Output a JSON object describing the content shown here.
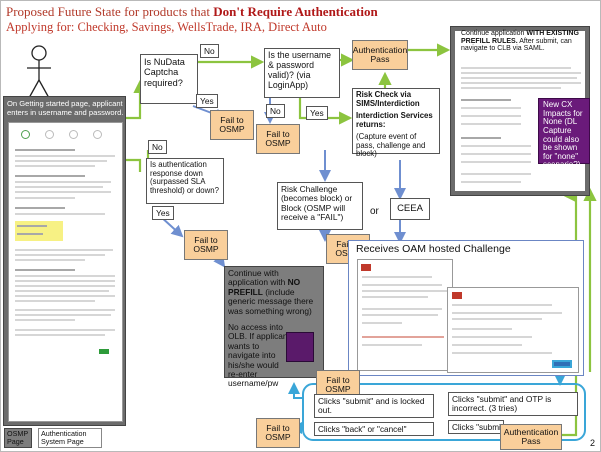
{
  "header": {
    "title_prefix": "Proposed Future State for products that ",
    "title_emph": "Don't Require Authentication",
    "subtitle": "Applying for: Checking, Savings, WellsTrade, IRA, Direct Auto"
  },
  "left": {
    "start_text": "On Getting started page, applicant enters in username and password."
  },
  "nodes": {
    "nudata": "Is NuData Captcha required?",
    "username_valid": "Is the username & password valid)? (via LoginApp)",
    "auth_pass_top": "Authentication Pass",
    "auth_response": "Is authentication response down (surpassed SLA threshold) or down?",
    "fail_osmp_1": "Fail to OSMP",
    "fail_osmp_2": "Fail to OSMP",
    "fail_osmp_3": "Fail to OSMP",
    "fail_osmp_4": "Fail to OSMP",
    "fail_osmp_5": "Fail to OSMP",
    "fail_osmp_6": "Fail to OSMP",
    "risk_title": "Risk Check via SIMS/Interdiction",
    "risk_sub": "Interdiction Services returns:",
    "risk_note": "(Capture event of pass, challenge and block)",
    "risk_challenge": "Risk Challenge (becomes block) or Block (OSMP will receive a \"FAIL\")",
    "or": "or",
    "ceea": "CEEA",
    "continue_existing_pre": "Continue application ",
    "continue_existing_emph": "WITH EXISTING PREFILL RULES.",
    "continue_existing_post": " After submit, can navigate to CLB via SAML.",
    "new_cx": "New CX Impacts for None (DL Capture could also be shown for \"none\" scenario?)",
    "continue_no_prefill_pre": "Continue with application with ",
    "continue_no_prefill_emph": "NO PREFILL",
    "continue_no_prefill_post": " (include generic message there was something wrong)",
    "no_access": "No access into OLB. If applicant wants to navigate into his/she would re-enter username/pw",
    "oam_title": "Receives OAM hosted Challenge",
    "locked_out": "Clicks \"submit\" and is locked out.",
    "otp_incorrect": "Clicks \"submit\" and OTP is incorrect. (3 tries)",
    "back_cancel": "Clicks \"back\" or \"cancel\"",
    "clicks_submit_short": "Clicks \"submit",
    "auth_pass_bottom": "Authentication Pass"
  },
  "labels": {
    "no_1": "No",
    "yes_1": "Yes",
    "no_2": "No",
    "no_3": "No",
    "yes_2": "Yes",
    "yes_3": "Yes"
  },
  "legend": {
    "osmp": "OSMP Page",
    "auth": "Authentication System Page"
  },
  "page_number": "2",
  "colors": {
    "green_arrow": "#8cc43f",
    "blue_arrow": "#6f8fd0",
    "orange_box": "#f9cf9b",
    "gray_box": "#7d7d7d",
    "purple_box": "#6a1a7a",
    "title_red": "#b01818",
    "loop_cyan": "#3aa6d8"
  }
}
